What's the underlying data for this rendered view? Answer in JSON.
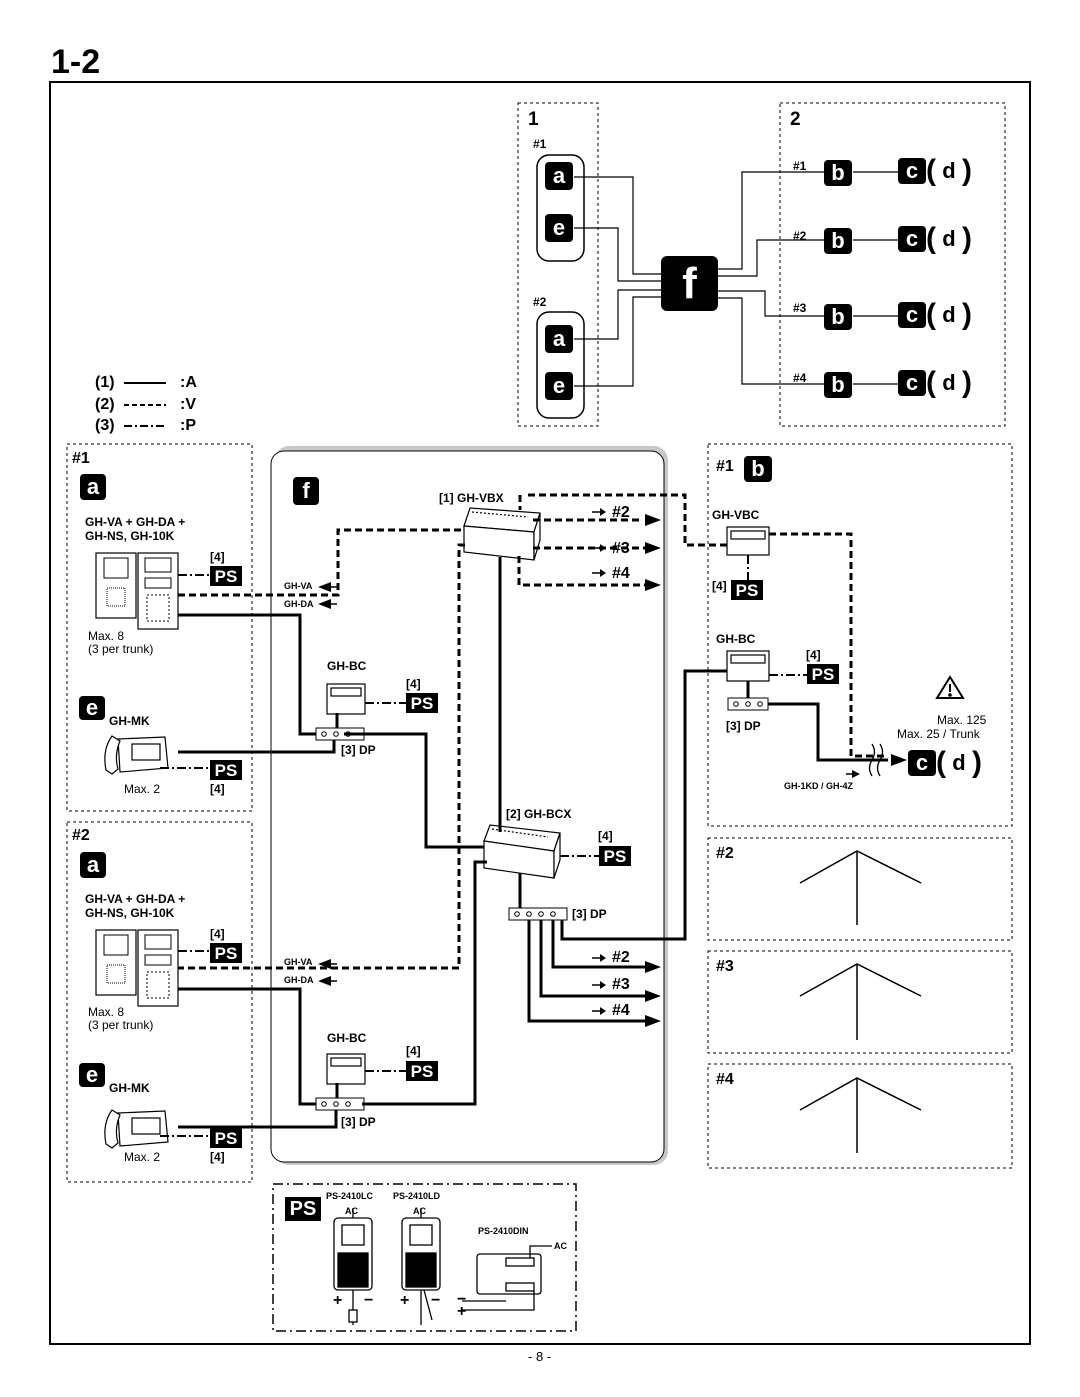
{
  "page": {
    "title": "1-2",
    "page_number": "- 8 -"
  },
  "overview": {
    "group1_number": "1",
    "group2_number": "2",
    "sub1": "#1",
    "sub2": "#2",
    "b_rows": [
      "#1",
      "#2",
      "#3",
      "#4"
    ],
    "badge_a": "a",
    "badge_b": "b",
    "badge_c": "c",
    "badge_d": "d",
    "badge_e": "e",
    "badge_f": "f"
  },
  "legend": [
    {
      "num": "(1)",
      "code": ":A"
    },
    {
      "num": "(2)",
      "code": ":V"
    },
    {
      "num": "(3)",
      "code": ":P"
    }
  ],
  "left_panel": {
    "heading1": "#1",
    "heading2": "#2",
    "models_line1": "GH-VA + GH-DA +",
    "models_line2": "GH-NS, GH-10K",
    "ps_ref": "[4]",
    "ps_label": "PS",
    "max8": "Max. 8",
    "per_trunk": "(3 per trunk)",
    "mk_label": "GH-MK",
    "max2": "Max. 2"
  },
  "center_panel": {
    "vbx_label": "[1] GH-VBX",
    "bcx_label": "[2] GH-BCX",
    "bc_label": "GH-BC",
    "dp_label": "[3] DP",
    "ps_ref": "[4]",
    "gh_va": "GH-VA",
    "gh_da": "GH-DA",
    "out2": "#2",
    "out3": "#3",
    "out4": "#4"
  },
  "right_panel": {
    "heading": "#1",
    "vbc_label": "GH-VBC",
    "bc_label": "GH-BC",
    "ps_ref": "[4]",
    "dp_label": "[3] DP",
    "max125": "Max. 125",
    "max25": "Max. 25 / Trunk",
    "cable": "GH-1KD / GH-4Z",
    "warning_icon": "warning-triangle-icon",
    "rows": [
      "#2",
      "#3",
      "#4"
    ]
  },
  "ps_box": {
    "label": "PS",
    "model1": "PS-2410LC",
    "model2": "PS-2410LD",
    "model3": "PS-2410DIN",
    "ac": "AC",
    "plus": "+",
    "minus": "−"
  }
}
